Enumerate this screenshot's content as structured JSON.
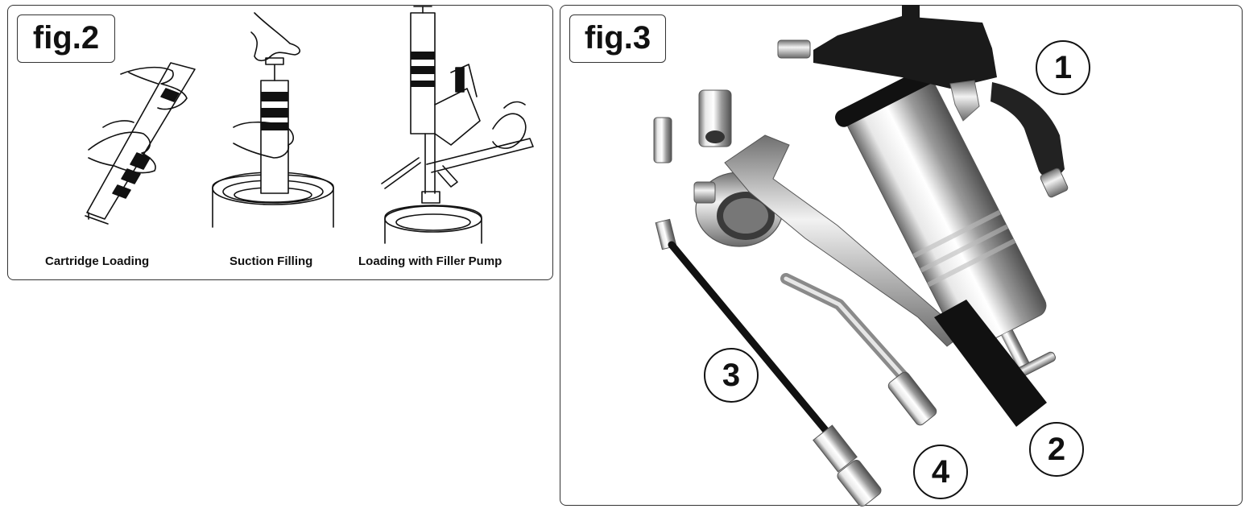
{
  "fig2": {
    "label": "fig.2",
    "captions": [
      "Cartridge Loading",
      "Suction Filling",
      "Loading with Filler Pump"
    ]
  },
  "fig3": {
    "label": "fig.3",
    "callouts": [
      "1",
      "2",
      "3",
      "4"
    ]
  }
}
